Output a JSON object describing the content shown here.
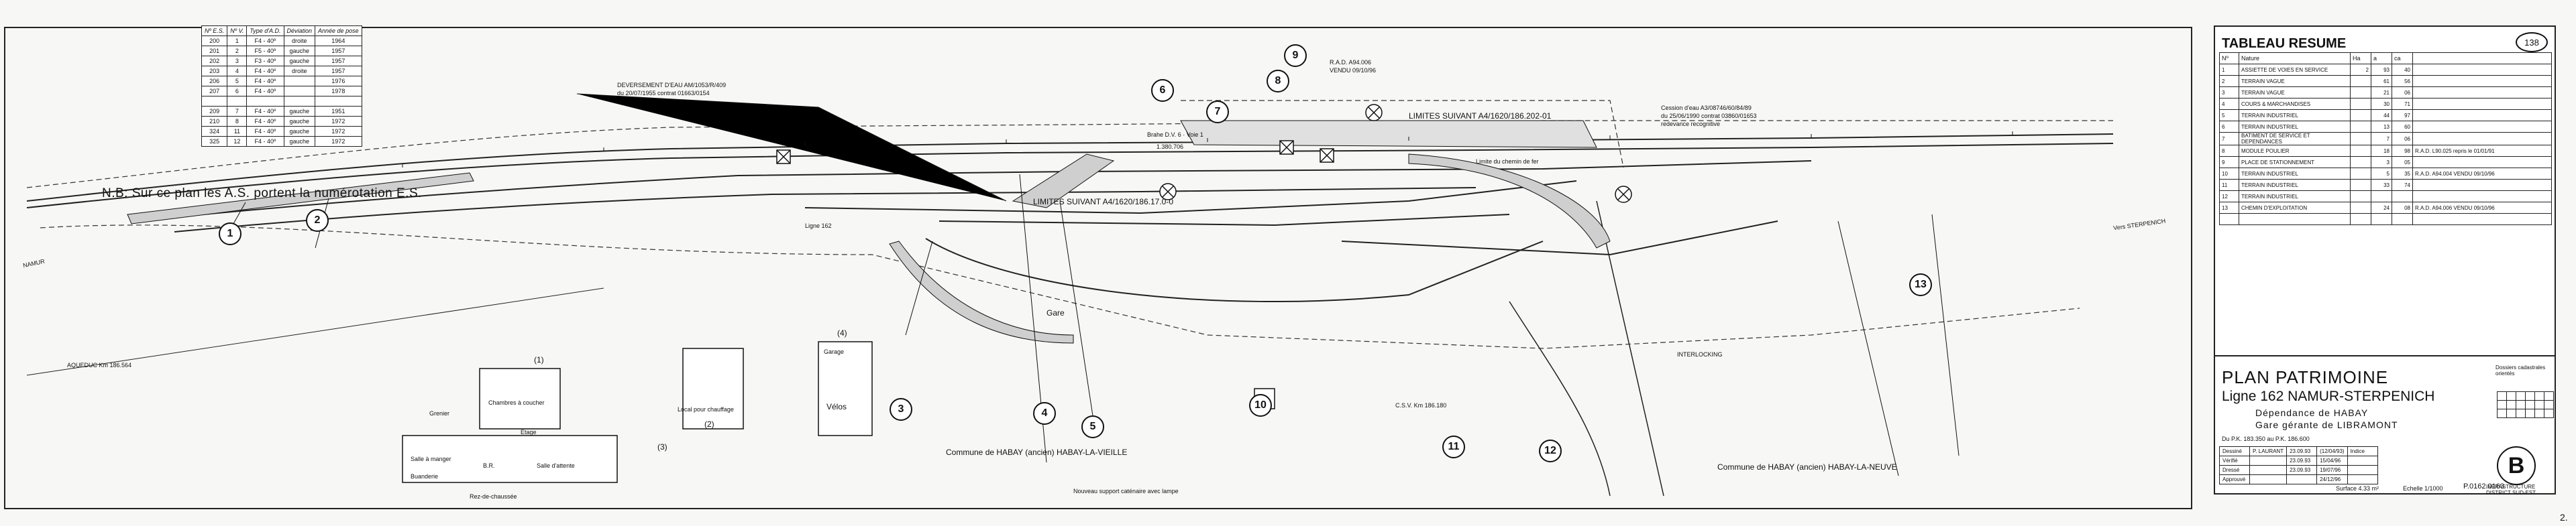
{
  "es_table": {
    "headers": [
      "Nº E.S.",
      "Nº V.",
      "Type d'A.D.",
      "Déviation",
      "Année de pose"
    ],
    "rows": [
      [
        "200",
        "1",
        "F4 - 40º",
        "droite",
        "1964"
      ],
      [
        "201",
        "2",
        "F5 - 40º",
        "gauche",
        "1957"
      ],
      [
        "202",
        "3",
        "F3 - 40º",
        "gauche",
        "1957"
      ],
      [
        "203",
        "4",
        "F4 - 40º",
        "droite",
        "1957"
      ],
      [
        "206",
        "5",
        "F4 - 40º",
        "",
        "1976"
      ],
      [
        "207",
        "6",
        "F4 - 40º",
        "",
        "1978"
      ],
      [
        "",
        "",
        "",
        "",
        ""
      ],
      [
        "209",
        "7",
        "F4 - 40º",
        "gauche",
        "1951"
      ],
      [
        "210",
        "8",
        "F4 - 40º",
        "gauche",
        "1972"
      ],
      [
        "324",
        "11",
        "F4 - 40º",
        "gauche",
        "1972"
      ],
      [
        "325",
        "12",
        "F4 - 40º",
        "gauche",
        "1972"
      ]
    ]
  },
  "plan": {
    "nb_note": "N.B: Sur ce plan les A.S. portent la numérotation E.S.",
    "namur": "NAMUR",
    "sterpenich": "Vers STERPENICH",
    "aqueduc": "AQUEDUC Km 186.564",
    "deversement": "DEVERSEMENT D'EAU AM/1053/R/409",
    "deversement2": "du 20/07/1955 contrat 01663/0154",
    "limites_1": "LIMITES SUIVANT A4/1620/186.17.0-0",
    "limites_2": "LIMITES SUIVANT A4/1620/186.202-01",
    "rad": "R.A.D. A94.006",
    "vendu": "VENDU 09/10/96",
    "rapeau": "Brahe D.V. 6 · Voie 1",
    "rapeau_km": "1.380.706",
    "cession": "Cession d'eau A3/08746/60/84/89",
    "cession2": "du 25/06/1990 contrat 03860/01653",
    "cession3": "redevance recognitive",
    "limite_fer": "Limite du chemin de fer",
    "gare": "Gare",
    "commune_1": "Commune de HABAY (ancien) HABAY-LA-VIEILLE",
    "commune_2": "Commune de HABAY (ancien) HABAY-LA-NEUVE",
    "note_bas": "Nouveau support caténaire avec lampe",
    "csv": "C.S.V. Km 186.180",
    "grenier": "Grenier",
    "chambres": "Chambres à coucher",
    "etage": "Etage",
    "label_1": "(1)",
    "label_2": "(2)",
    "label_3": "(3)",
    "label_4": "(4)",
    "salle_manger": "Salle à manger",
    "buanderie": "Buanderie",
    "br": "B.R.",
    "salle_attente": "Salle d'attente",
    "rez": "Rez-de-chaussée",
    "velos": "Vélos",
    "garage": "Garage",
    "local_chauffage": "Local pour chauffage",
    "interlock": "INTERLOCKING",
    "voie_principale": "Ligne 162"
  },
  "circles": [
    "1",
    "2",
    "3",
    "4",
    "5",
    "6",
    "7",
    "8",
    "9",
    "10",
    "11",
    "12",
    "13"
  ],
  "resume": {
    "title": "TABLEAU RESUME",
    "headers": [
      "Nº",
      "Nature",
      "Ha",
      "a",
      "ca"
    ],
    "rows": [
      [
        "1",
        "ASSIETTE DE VOIES EN SERVICE",
        "2",
        "93",
        "40"
      ],
      [
        "2",
        "TERRAIN VAGUE",
        "",
        "61",
        "56"
      ],
      [
        "3",
        "TERRAIN VAGUE",
        "",
        "21",
        "06"
      ],
      [
        "4",
        "COURS & MARCHANDISES",
        "",
        "30",
        "71"
      ],
      [
        "5",
        "TERRAIN INDUSTRIEL",
        "",
        "44",
        "97"
      ],
      [
        "6",
        "TERRAIN INDUSTRIEL",
        "",
        "13",
        "60"
      ],
      [
        "7",
        "BATIMENT DE SERVICE ET DEPENDANCES",
        "",
        "7",
        "06"
      ],
      [
        "8",
        "MODULE POULIER",
        "",
        "18",
        "98"
      ],
      [
        "9",
        "PLACE DE STATIONNEMENT",
        "",
        "3",
        "05"
      ],
      [
        "10",
        "TERRAIN INDUSTRIEL",
        "",
        "5",
        "35"
      ],
      [
        "11",
        "TERRAIN INDUSTRIEL",
        "",
        "33",
        "74"
      ],
      [
        "12",
        "TERRAIN INDUSTRIEL",
        "",
        "",
        ""
      ],
      [
        "13",
        "CHEMIN D'EXPLOITATION",
        "",
        "24",
        "08"
      ],
      [
        "",
        "",
        "",
        "",
        ""
      ]
    ],
    "notes": [
      "R.A.D. L90.025 repris le 01/01/91",
      "R.A.D. A94.004 VENDU 09/10/96",
      "R.A.D. A94.006 VENDU 09/10/96"
    ]
  },
  "cartouche": {
    "title": "PLAN PATRIMOINE",
    "ligne": "Ligne 162 NAMUR-STERPENICH",
    "dependance": "Dépendance de HABAY",
    "gare": "Gare gérante de LIBRAMONT",
    "pk": "Du P.K. 183.350 au P.K. 186.600",
    "rows": [
      [
        "Dessiné",
        "P. LAURANT",
        "23.09.93",
        "(12/04/93)",
        "Indice"
      ],
      [
        "Vérifié",
        "",
        "23.09.93",
        "15/04/96",
        ""
      ],
      [
        "Dressé",
        "",
        "23.09.93",
        "19/07/96",
        ""
      ],
      [
        "Approuvé",
        "",
        "",
        "24/12/96",
        ""
      ]
    ],
    "surface": "Surface  4.33 m²",
    "echelle": "Echelle 1/1000",
    "infra": "INFRASTRUCTURE DISTRICT SUD-EST",
    "reference": "P.0162.0163",
    "stamp": "138",
    "dispo": "Dossiers cadastrales orientés",
    "logo": "B"
  },
  "page_number": "2."
}
